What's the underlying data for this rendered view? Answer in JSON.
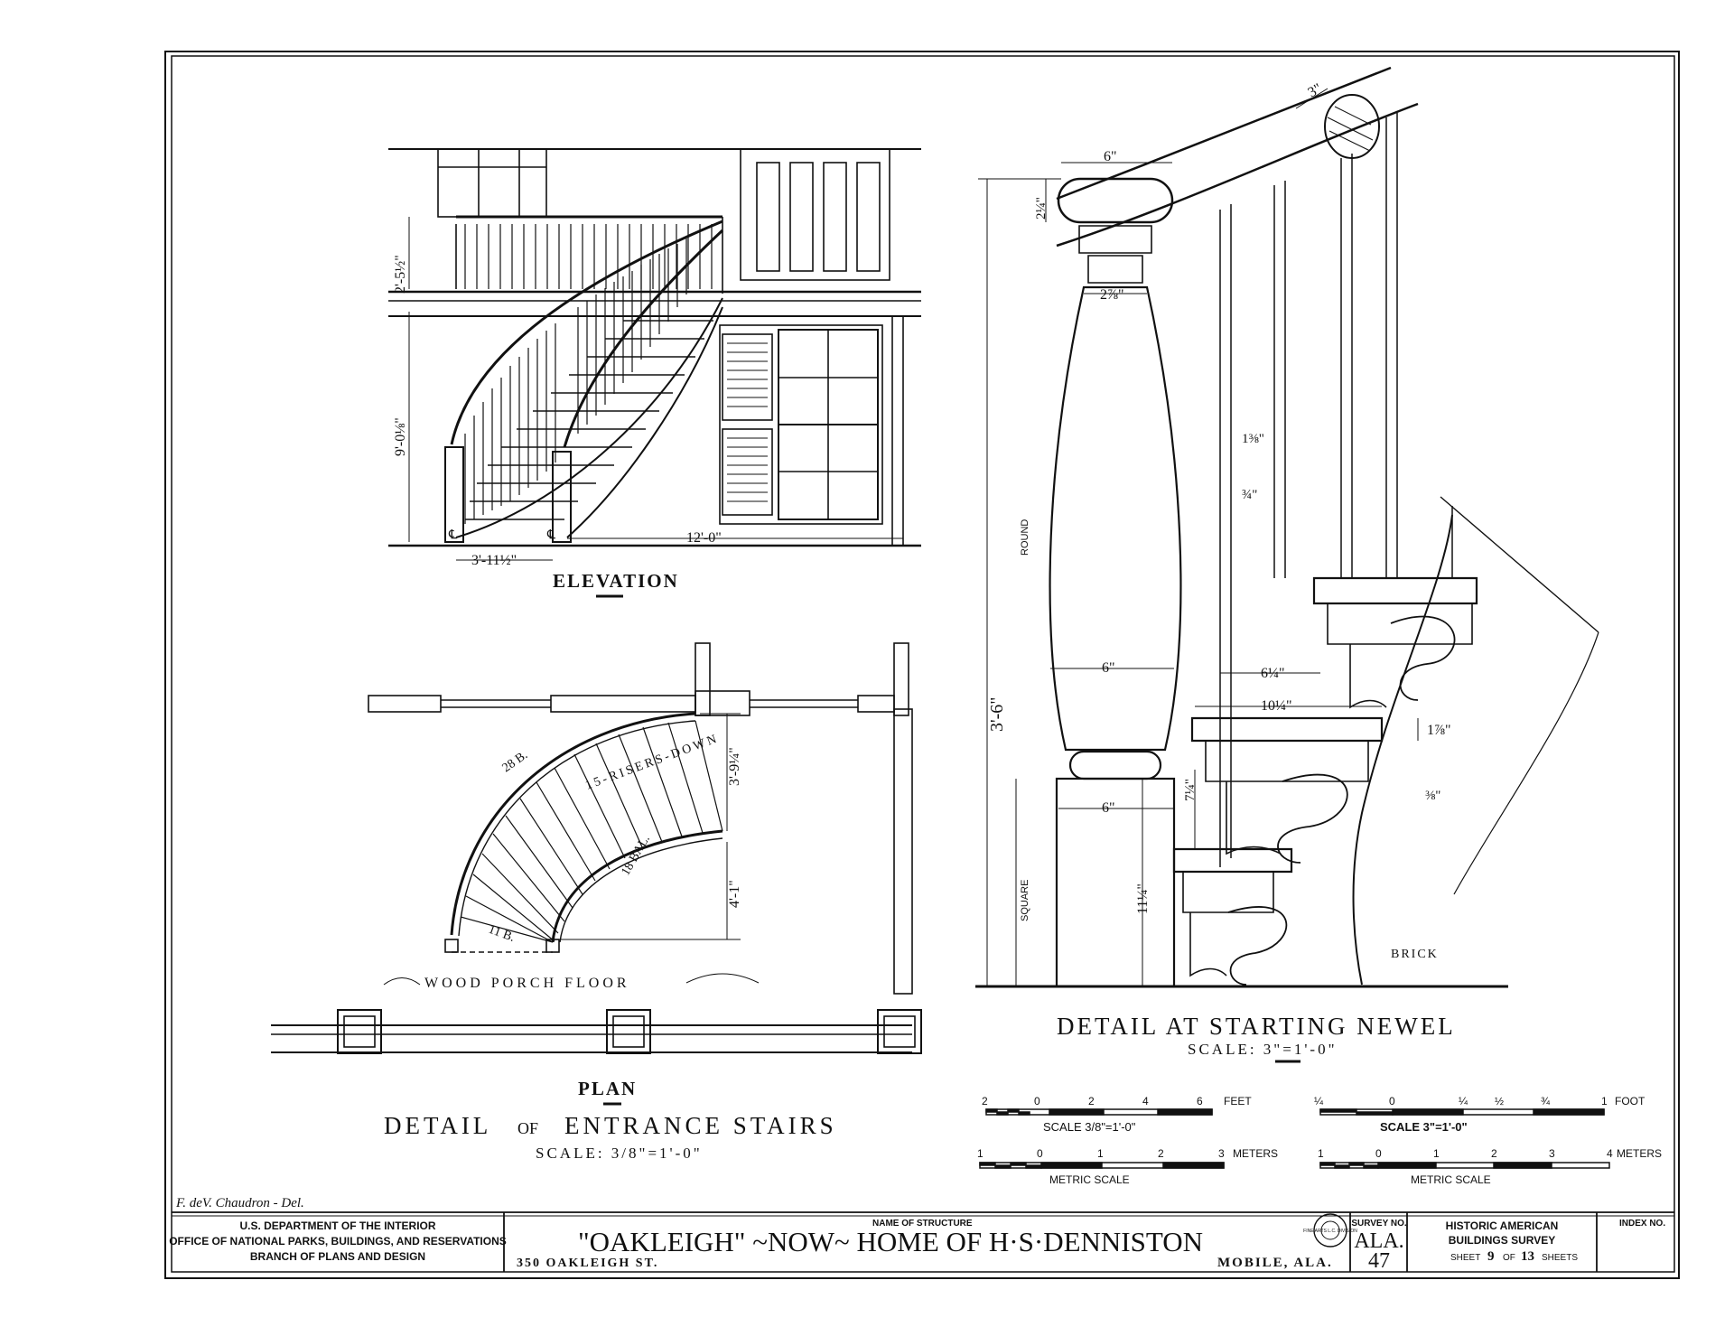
{
  "elevation": {
    "title": "ELEVATION",
    "dims": {
      "rail_height": "2'-5½\"",
      "floor_height": "9'-0⅛\"",
      "width_left": "3'-11½\"",
      "width_right": "12'-0\""
    },
    "centerline": "℄"
  },
  "plan": {
    "title": "PLAN",
    "risers": "15-RISERS-DOWN",
    "dim_upper": "3'-9¼\"",
    "dim_lower": "4'-1\"",
    "balusters_outer": "28 B.",
    "balusters_inner": "18 BAL.",
    "balusters_end": "11 B.",
    "porch_floor": "WOOD PORCH FLOOR"
  },
  "plan_detail": {
    "title": "DETAIL",
    "of": "OF",
    "subject": "ENTRANCE STAIRS",
    "scale": "SCALE: 3/8\"=1'-0\""
  },
  "newel": {
    "title": "DETAIL AT STARTING NEWEL",
    "scale": "SCALE: 3\"=1'-0\"",
    "dims": {
      "rail": "3\"",
      "cap": "6\"",
      "cap_h": "2¼\"",
      "neck": "2⅞\"",
      "height": "3'-6\"",
      "round": "ROUND",
      "square": "SQUARE",
      "shaft": "6\"",
      "base": "6\"",
      "base_h": "11¼\"",
      "tread_h": "7¼\"",
      "nosing1": "6¼\"",
      "nosing2": "10¼\"",
      "nose_h": "1⅞\"",
      "bal1": "1⅜\"",
      "bal2": "¾\"",
      "scroll": "⅜\"",
      "brick": "BRICK"
    }
  },
  "scales": {
    "a_ticks": [
      "2",
      "0",
      "2",
      "4",
      "6"
    ],
    "a_unit": "FEET",
    "a_label": "SCALE 3/8\"=1'-0\"",
    "b_ticks": [
      "1",
      "0",
      "1",
      "2",
      "3"
    ],
    "b_unit": "METERS",
    "b_label": "METRIC SCALE",
    "c_ticks": [
      "¼",
      "0",
      "¼",
      "½",
      "¾",
      "1"
    ],
    "c_unit": "FOOT",
    "c_label": "SCALE 3\"=1'-0\"",
    "d_ticks": [
      "1",
      "0",
      "1",
      "2",
      "3",
      "4"
    ],
    "d_unit": "METERS",
    "d_label": "METRIC SCALE"
  },
  "delineator": "F. deV. Chaudron - Del.",
  "title_block": {
    "agency_1": "U.S. DEPARTMENT OF THE INTERIOR",
    "agency_2": "OFFICE OF NATIONAL PARKS, BUILDINGS, AND RESERVATIONS",
    "agency_3": "BRANCH OF PLANS AND DESIGN",
    "name_caption": "NAME OF STRUCTURE",
    "name": "\"OAKLEIGH\" ~NOW~ HOME OF H·S·DENNISTON",
    "address": "350 OAKLEIGH ST.",
    "city": "MOBILE, ALA.",
    "seal_text": "FINE ARTS L.C. DIVISION",
    "survey_caption": "SURVEY NO.",
    "survey_state": "ALA.",
    "survey_no": "47",
    "habs_1": "HISTORIC AMERICAN",
    "habs_2": "BUILDINGS SURVEY",
    "sheet_word": "SHEET",
    "sheet_no": "9",
    "sheet_of": "OF",
    "sheet_total": "13",
    "sheets_word": "SHEETS",
    "index_caption": "INDEX NO."
  }
}
